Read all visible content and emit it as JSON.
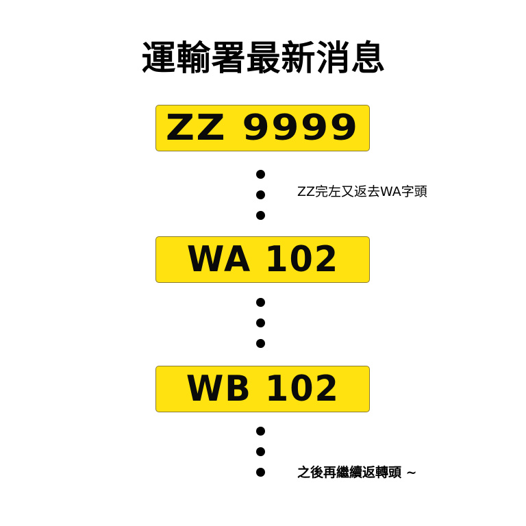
{
  "title": "運輸署最新消息",
  "colors": {
    "plate_yellow": "#ffe20f",
    "plate_border": "#8a7a30",
    "text": "#000000",
    "background": "#ffffff"
  },
  "plates": [
    {
      "number": "ZZ 9999"
    },
    {
      "number": "WA 102"
    },
    {
      "number": "WB 102"
    }
  ],
  "notes": [
    {
      "text": "ZZ完左又返去WA字頭"
    },
    {
      "text": "之後再繼續返轉頭 ~"
    }
  ],
  "dot_groups": [
    {
      "count": 3,
      "icon": "bullet-dot-icon"
    },
    {
      "count": 3,
      "icon": "bullet-dot-icon"
    },
    {
      "count": 3,
      "icon": "bullet-dot-icon"
    }
  ]
}
